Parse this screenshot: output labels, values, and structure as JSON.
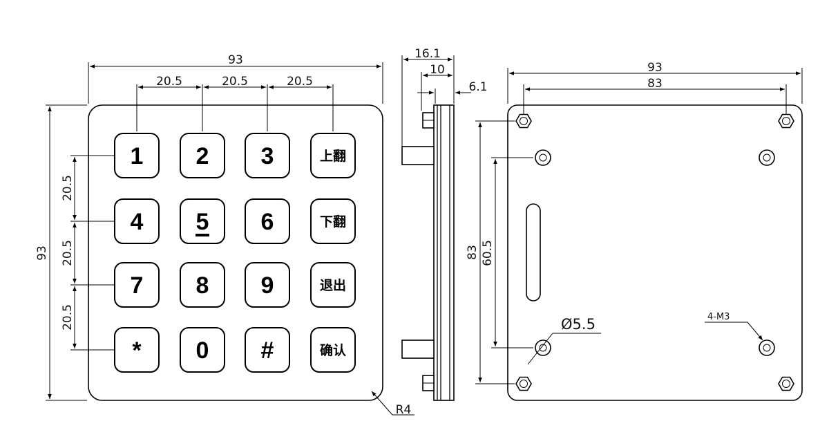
{
  "front_view": {
    "width_label": "93",
    "height_label": "93",
    "pitch_h_labels": [
      "20.5",
      "20.5",
      "20.5"
    ],
    "pitch_v_labels": [
      "20.5",
      "20.5",
      "20.5"
    ],
    "corner_radius_label": "R4",
    "keys": [
      {
        "label": "1"
      },
      {
        "label": "2"
      },
      {
        "label": "3"
      },
      {
        "label": "上翻"
      },
      {
        "label": "4"
      },
      {
        "label": "5"
      },
      {
        "label": "6"
      },
      {
        "label": "下翻"
      },
      {
        "label": "7"
      },
      {
        "label": "8"
      },
      {
        "label": "9"
      },
      {
        "label": "退出"
      },
      {
        "label": "*"
      },
      {
        "label": "0"
      },
      {
        "label": "#"
      },
      {
        "label": "确认"
      }
    ]
  },
  "side_view": {
    "total_depth_label": "16.1",
    "inner_depth_label": "10",
    "plate_depth_label": "6.1"
  },
  "rear_view": {
    "width_label": "93",
    "hole_span_h_label": "83",
    "hole_span_v_label": "83",
    "inner_span_v_label": "60.5",
    "hole_diameter_label": "Ø5.5",
    "thread_label": "4-M3"
  }
}
